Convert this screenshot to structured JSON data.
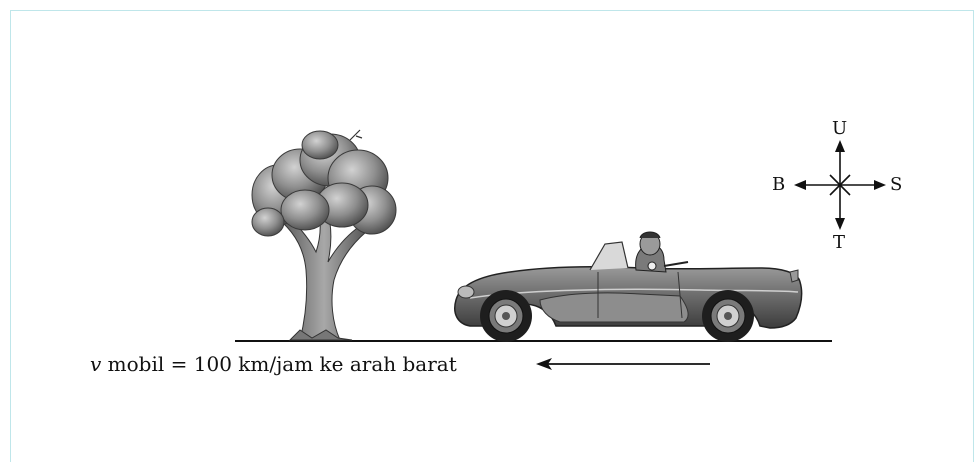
{
  "compass": {
    "north": "U",
    "west": "B",
    "east": "S",
    "south": "T"
  },
  "caption": {
    "variable": "v",
    "text": " mobil = 100 km/jam ke arah barat"
  },
  "colors": {
    "frame_border": "#bfe6ea",
    "ink": "#111111",
    "car_body": "#6f6f6f",
    "tree_foliage": "#8a8a8a"
  },
  "illustration": {
    "objects": [
      "tree-icon",
      "car-icon",
      "driver-icon",
      "compass-rose-icon",
      "direction-arrow-icon"
    ]
  }
}
